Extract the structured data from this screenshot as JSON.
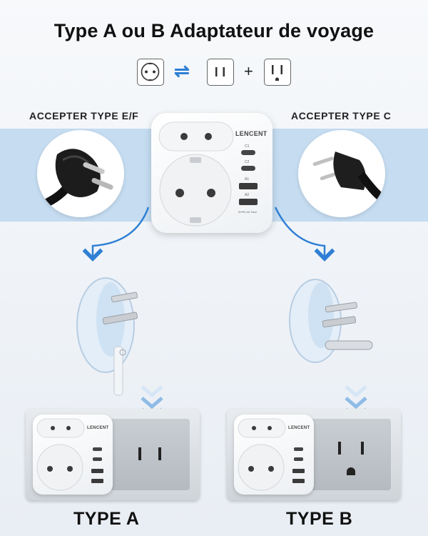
{
  "title": "Type A ou B Adaptateur de voyage",
  "symbols": {
    "arrow": "⇌",
    "plus": "+"
  },
  "labels": {
    "left": "ACCEPTER TYPE E/F",
    "right": "ACCEPTER TYPE C"
  },
  "adapter": {
    "brand": "LENCENT",
    "ports": [
      "C1",
      "C2",
      "A1",
      "A2"
    ],
    "rating": "5V⎓2.4A Total"
  },
  "types": {
    "a": "TYPE A",
    "b": "TYPE B"
  },
  "colors": {
    "band": "#c5dcf1",
    "arrow": "#2f7fd4",
    "chevrons": "#2f7fd4"
  }
}
